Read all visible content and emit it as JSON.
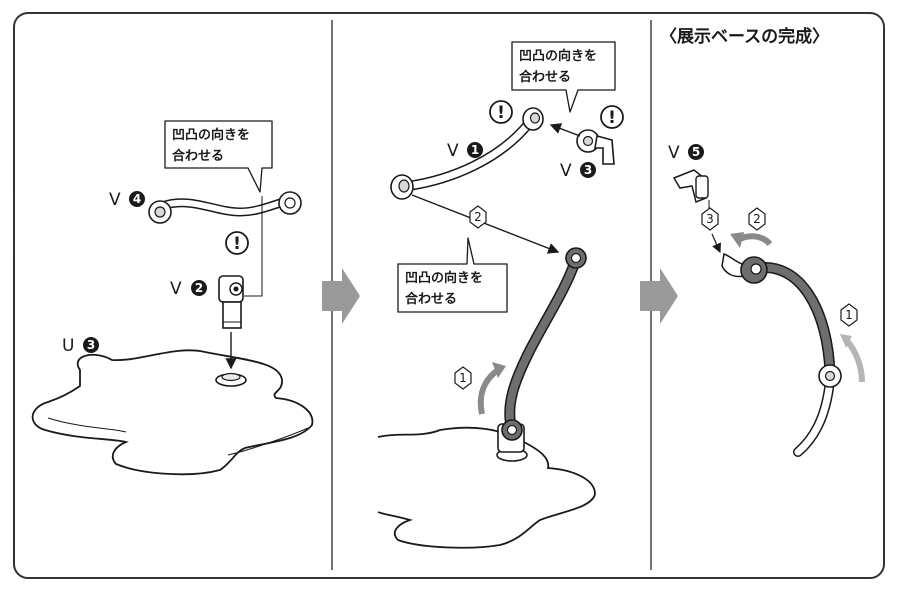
{
  "panel3": {
    "title": "〈展示ベースの完成〉"
  },
  "parts": {
    "v4": {
      "letter": "V",
      "num": "4"
    },
    "v2": {
      "letter": "V",
      "num": "2"
    },
    "u3": {
      "letter": "U",
      "num": "3"
    },
    "v1": {
      "letter": "V",
      "num": "1"
    },
    "v3": {
      "letter": "V",
      "num": "3"
    },
    "v5": {
      "letter": "V",
      "num": "5"
    }
  },
  "callouts": {
    "p1": {
      "line1": "凹凸の向きを",
      "line2": "合わせる"
    },
    "p2_top": {
      "line1": "凹凸の向きを",
      "line2": "合わせる"
    },
    "p2_mid": {
      "line1": "凹凸の向きを",
      "line2": "合わせる"
    }
  },
  "warning_mark": "!",
  "steps": {
    "p2_s1": "1",
    "p2_s2": "2",
    "p3_s1": "1",
    "p3_s2": "2",
    "p3_s3": "3"
  },
  "colors": {
    "line": "#1a1a1a",
    "frame": "#333333",
    "arrow_gray": "#8a8a8a",
    "panel_arrow": "#9a9a9a",
    "arm_gray": "#6e6e6e"
  }
}
